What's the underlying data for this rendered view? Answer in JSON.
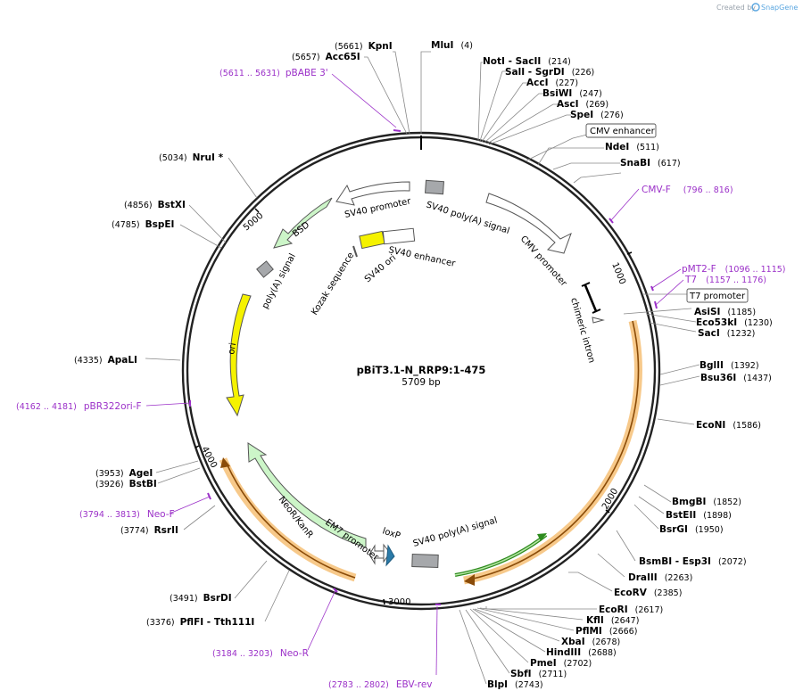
{
  "header": {
    "created_by": "Created by",
    "brand": "SnapGene"
  },
  "plasmid": {
    "name": "pBiT3.1-N_RRP9:1-475",
    "length": "5709 bp",
    "total_bp": 5709
  },
  "ticks": [
    {
      "bp": 1000,
      "label": "1000"
    },
    {
      "bp": 2000,
      "label": "2000"
    },
    {
      "bp": 3000,
      "label": "3000"
    },
    {
      "bp": 4000,
      "label": "4000"
    },
    {
      "bp": 5000,
      "label": "5000"
    }
  ],
  "sites": [
    {
      "name": "MluI",
      "pos": "(4)",
      "bp": 4
    },
    {
      "name": "KpnI",
      "pos": "(5661)",
      "bp": 5661
    },
    {
      "name": "Acc65I",
      "pos": "(5657)",
      "bp": 5657
    },
    {
      "name": "NotI - SacII",
      "pos": "(214)",
      "bp": 214
    },
    {
      "name": "SalI - SgrDI",
      "pos": "(226)",
      "bp": 226
    },
    {
      "name": "AccI",
      "pos": "(227)",
      "bp": 227
    },
    {
      "name": "BsiWI",
      "pos": "(247)",
      "bp": 247
    },
    {
      "name": "AscI",
      "pos": "(269)",
      "bp": 269
    },
    {
      "name": "SpeI",
      "pos": "(276)",
      "bp": 276
    },
    {
      "name": "NdeI",
      "pos": "(511)",
      "bp": 511
    },
    {
      "name": "SnaBI",
      "pos": "(617)",
      "bp": 617
    },
    {
      "name": "AsiSI",
      "pos": "(1185)",
      "bp": 1185
    },
    {
      "name": "Eco53kI",
      "pos": "(1230)",
      "bp": 1230
    },
    {
      "name": "SacI",
      "pos": "(1232)",
      "bp": 1232
    },
    {
      "name": "BglII",
      "pos": "(1392)",
      "bp": 1392
    },
    {
      "name": "Bsu36I",
      "pos": "(1437)",
      "bp": 1437
    },
    {
      "name": "EcoNI",
      "pos": "(1586)",
      "bp": 1586
    },
    {
      "name": "BmgBI",
      "pos": "(1852)",
      "bp": 1852
    },
    {
      "name": "BstEII",
      "pos": "(1898)",
      "bp": 1898
    },
    {
      "name": "BsrGI",
      "pos": "(1950)",
      "bp": 1950
    },
    {
      "name": "BsmBI - Esp3I",
      "pos": "(2072)",
      "bp": 2072
    },
    {
      "name": "DraIII",
      "pos": "(2263)",
      "bp": 2263
    },
    {
      "name": "EcoRV",
      "pos": "(2385)",
      "bp": 2385
    },
    {
      "name": "EcoRI",
      "pos": "(2617)",
      "bp": 2617
    },
    {
      "name": "KflI",
      "pos": "(2647)",
      "bp": 2647
    },
    {
      "name": "PflMI",
      "pos": "(2666)",
      "bp": 2666
    },
    {
      "name": "XbaI",
      "pos": "(2678)",
      "bp": 2678
    },
    {
      "name": "HindIII",
      "pos": "(2688)",
      "bp": 2688
    },
    {
      "name": "PmeI",
      "pos": "(2702)",
      "bp": 2702
    },
    {
      "name": "SbfI",
      "pos": "(2711)",
      "bp": 2711
    },
    {
      "name": "BlpI",
      "pos": "(2743)",
      "bp": 2743
    },
    {
      "name": "PflFI - Tth111I",
      "pos": "(3376)",
      "bp": 3376
    },
    {
      "name": "BsrDI",
      "pos": "(3491)",
      "bp": 3491
    },
    {
      "name": "RsrII",
      "pos": "(3774)",
      "bp": 3774
    },
    {
      "name": "BstBI",
      "pos": "(3926)",
      "bp": 3926
    },
    {
      "name": "AgeI",
      "pos": "(3953)",
      "bp": 3953
    },
    {
      "name": "ApaLI",
      "pos": "(4335)",
      "bp": 4335
    },
    {
      "name": "BspEI",
      "pos": "(4785)",
      "bp": 4785
    },
    {
      "name": "BstXI",
      "pos": "(4856)",
      "bp": 4856
    },
    {
      "name": "NruI *",
      "pos": "(5034)",
      "bp": 5034
    }
  ],
  "primers": [
    {
      "name": "pBABE 3'",
      "pos": "(5611 .. 5631)"
    },
    {
      "name": "CMV-F",
      "pos": "(796 .. 816)"
    },
    {
      "name": "pMT2-F",
      "pos": "(1096 .. 1115)"
    },
    {
      "name": "T7",
      "pos": "(1157 .. 1176)"
    },
    {
      "name": "pBR322ori-F",
      "pos": "(4162 .. 4181)"
    },
    {
      "name": "Neo-F",
      "pos": "(3794 .. 3813)"
    },
    {
      "name": "Neo-R",
      "pos": "(3184 .. 3203)"
    },
    {
      "name": "EBV-rev",
      "pos": "(2783 .. 2802)"
    }
  ],
  "boxed_features": [
    {
      "name": "CMV enhancer"
    },
    {
      "name": "T7 promoter"
    }
  ],
  "features": [
    {
      "name": "SV40 promoter"
    },
    {
      "name": "SV40 poly(A) signal"
    },
    {
      "name": "CMV promoter"
    },
    {
      "name": "chimeric intron"
    },
    {
      "name": "BSD"
    },
    {
      "name": "poly(A) signal"
    },
    {
      "name": "Kozak sequence"
    },
    {
      "name": "SV40 ori"
    },
    {
      "name": "SV40 enhancer"
    },
    {
      "name": "ori"
    },
    {
      "name": "NeoR/KanR"
    },
    {
      "name": "EM7 promoter"
    },
    {
      "name": "loxP"
    },
    {
      "name": "SV40 poly(A) signal"
    }
  ],
  "colors": {
    "backbone": "#222222",
    "primer": "#9b30c8",
    "ori": "#f5f200",
    "resistance": "#ccf5c8",
    "promoter": "#ffffff",
    "terminator": "#a6a8ab",
    "orf_highlight": "#f7c98a",
    "orf_line": "#8a4b08",
    "green_orf": "#2e8b1e",
    "loxp": "#2a7aa8"
  }
}
